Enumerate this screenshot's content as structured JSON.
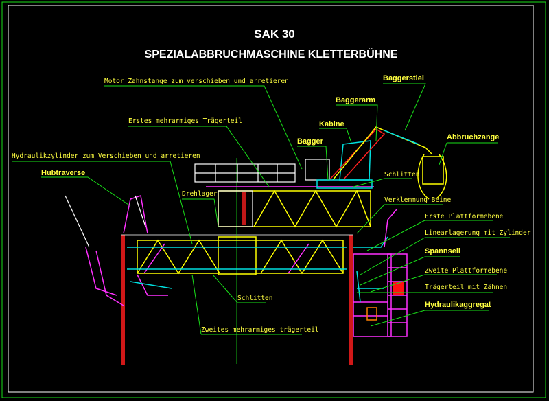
{
  "title": {
    "line1": "SAK 30",
    "line2": "SPEZIALABBRUCHMASCHINE KLETTERBÜHNE"
  },
  "labels": {
    "motor": "Motor Zahnstange zum verschieben und arretieren",
    "erstes": "Erstes mehrarmiges Trägerteil",
    "hydraulikzylinder": "Hydraulikzylinder zum Verschieben und arretieren",
    "hubtraverse": "Hubtraverse",
    "drehlager": "Drehlager",
    "bagger": "Bagger",
    "kabine": "Kabine",
    "baggerarm": "Baggerarm",
    "baggerstiel": "Baggerstiel",
    "abbruchzange": "Abbruchzange",
    "schlitten_top": "Schlitten",
    "verklemmung": "Verklemmung Beine",
    "erste_plattform": "Erste Plattformebene",
    "linearlagerung": "Linearlagerung mit Zylinder",
    "spannseil": "Spannseil",
    "zweite_plattform": "Zweite Plattformebene",
    "traegerteil_zaehne": "Trägerteil mit Zähnen",
    "hydraulikaggregat": "Hydraulikaggregat",
    "schlitten_bottom": "Schlitten",
    "zweites": "Zweites mehrarmiges trägerteil"
  },
  "colors": {
    "background": "#000000",
    "label": "#ffff40",
    "leader": "#19e019",
    "wall": "#ff2020"
  }
}
